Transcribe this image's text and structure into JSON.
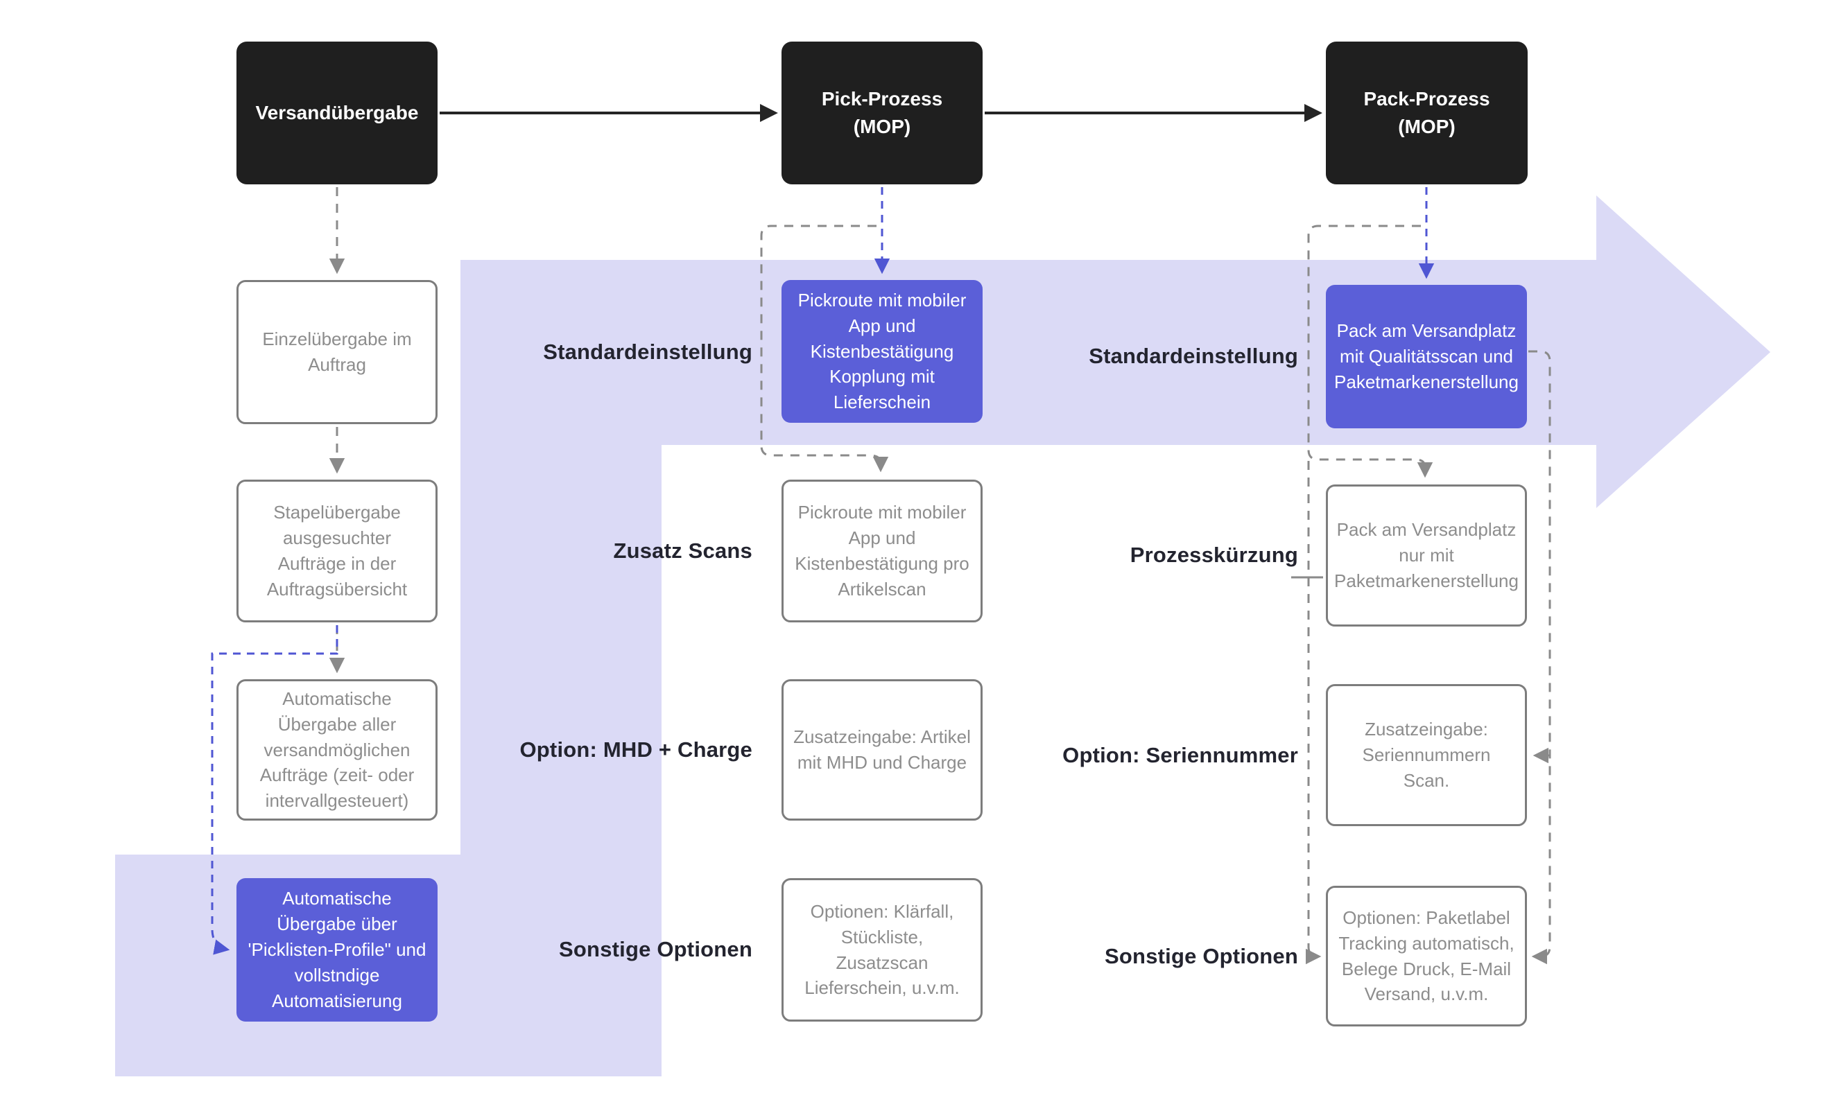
{
  "title": "Versand-Prozess Diagramm",
  "nodes": {
    "versand": {
      "label": "Versandübergabe"
    },
    "pick": {
      "label": "Pick-Prozess\n(MOP)"
    },
    "pack": {
      "label": "Pack-Prozess\n(MOP)"
    },
    "left_einzel": {
      "label": "Einzelübergabe im Auftrag"
    },
    "left_stapel": {
      "label": "Stapelübergabe ausgesuchter Aufträge in der Auftragsübersicht"
    },
    "left_auto": {
      "label": "Automatische Übergabe aller versandmöglichen Aufträge (zeit- oder intervallgesteuert)"
    },
    "left_profile": {
      "label": "Automatische Übergabe über 'Picklisten-Profile\" und vollstndige Automatisierung"
    },
    "pick_standard": {
      "label": "Pickroute mit mobiler App und Kistenbestätigung Kopplung mit Lieferschein"
    },
    "pick_zusatz": {
      "label": "Pickroute mit mobiler App und Kistenbestätigung pro Artikelscan"
    },
    "pick_mhd": {
      "label": "Zusatzeingabe: Artikel mit MHD und Charge"
    },
    "pick_sonstige": {
      "label": "Optionen: Klärfall, Stückliste, Zusatzscan Lieferschein, u.v.m."
    },
    "pack_standard": {
      "label": "Pack am Versandplatz mit Qualitätsscan und Paketmarkenerstellung"
    },
    "pack_prozess": {
      "label": "Pack am Versandplatz nur mit Paketmarkenerstellung"
    },
    "pack_serien": {
      "label": "Zusatzeingabe: Seriennummern Scan."
    },
    "pack_sonstige": {
      "label": "Optionen: Paketlabel Tracking automatisch, Belege Druck, E-Mail Versand, u.v.m."
    }
  },
  "labels": {
    "pick_standard": "Standardeinstellung",
    "pick_zusatz": "Zusatz Scans",
    "pick_mhd": "Option: MHD + Charge",
    "pick_sonstige": "Sonstige Optionen",
    "pack_standard": "Standardeinstellung",
    "pack_prozess": "Prozesskürzung",
    "pack_serien": "Option: Seriennummer",
    "pack_sonstige": "Sonstige Optionen"
  },
  "colors": {
    "accent_purple": "#5b5fd8",
    "lavender_band": "#dbdaf6",
    "node_dark": "#1f1f1f",
    "gray_border": "#7d7d7d",
    "gray_text": "#8d8d8d",
    "gray_dash": "#8a8a8a",
    "blue_dash": "#4f56d3",
    "label_dark": "#23242f"
  }
}
